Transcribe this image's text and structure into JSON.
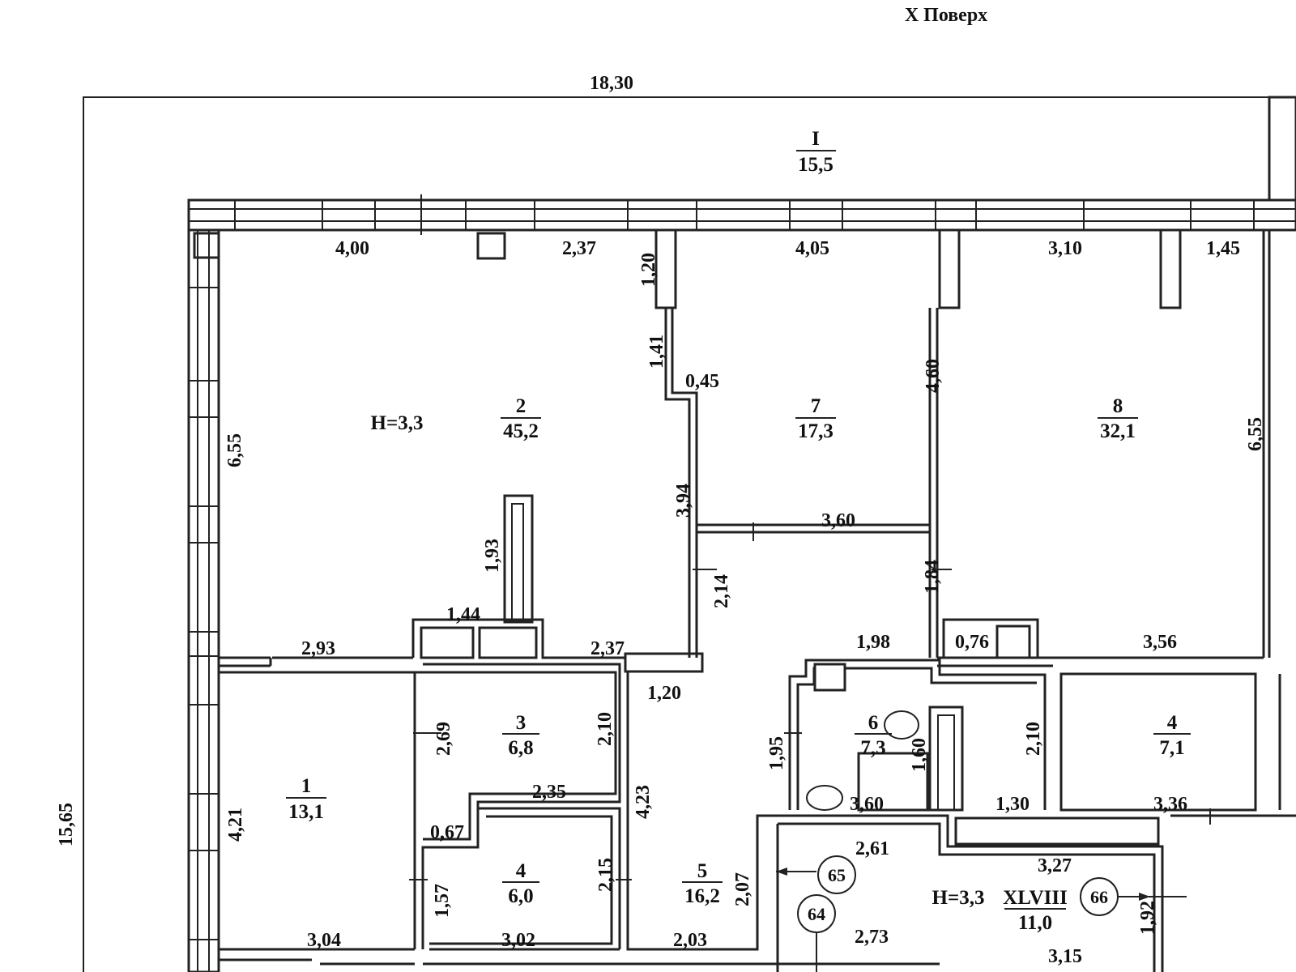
{
  "title": "X Поверх",
  "outer_dims": {
    "top": "18,30",
    "left": "15,65"
  },
  "corridor": {
    "number": "I",
    "area": "15,5"
  },
  "height_main": "H=3,3",
  "rooms": {
    "r1": {
      "number": "1",
      "area": "13,1"
    },
    "r2": {
      "number": "2",
      "area": "45,2"
    },
    "r3": {
      "number": "3",
      "area": "6,8"
    },
    "r4a": {
      "number": "4",
      "area": "6,0"
    },
    "r4b": {
      "number": "4",
      "area": "7,1"
    },
    "r5": {
      "number": "5",
      "area": "16,2"
    },
    "r6": {
      "number": "6",
      "area": "7,3"
    },
    "r7": {
      "number": "7",
      "area": "17,3"
    },
    "r8": {
      "number": "8",
      "area": "32,1"
    },
    "rxlviii": {
      "height": "H=3,3",
      "number": "XLVIII",
      "area": "11,0"
    }
  },
  "markers": {
    "m64": "64",
    "m65": "65",
    "m66": "66"
  },
  "dims": {
    "d400": "4,00",
    "d237a": "2,37",
    "d405": "4,05",
    "d310": "3,10",
    "d145": "1,45",
    "d120v": "1,20",
    "d141": "1,41",
    "d045": "0,45",
    "d460": "4,60",
    "d655a": "6,55",
    "d655b": "6,55",
    "d394": "3,94",
    "d360a": "3,60",
    "d193": "1,93",
    "d144": "1,44",
    "d214": "2,14",
    "d184": "1,84",
    "d293": "2,93",
    "d237b": "2,37",
    "d198": "1,98",
    "d076": "0,76",
    "d356": "3,56",
    "d120": "1,20",
    "d269": "2,69",
    "d210a": "2,10",
    "d195": "1,95",
    "d160": "1,60",
    "d210b": "2,10",
    "d235": "2,35",
    "d421": "4,21",
    "d423": "4,23",
    "d360b": "3,60",
    "d130": "1,30",
    "d336": "3,36",
    "d067": "0,67",
    "d261": "2,61",
    "d327": "3,27",
    "d215": "2,15",
    "d157": "1,57",
    "d207": "2,07",
    "d192": "1,92",
    "d304": "3,04",
    "d302": "3,02",
    "d203": "2,03",
    "d273": "2,73",
    "d315": "3,15"
  }
}
